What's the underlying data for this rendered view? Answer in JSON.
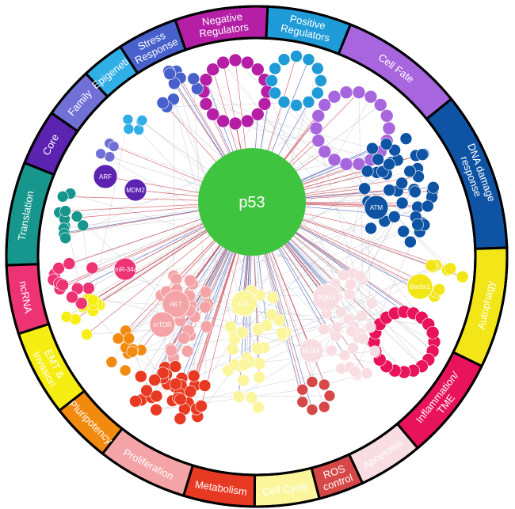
{
  "center": {
    "label": "p53",
    "color": "#3fc43f"
  },
  "categories": [
    {
      "name": "negative-regulators",
      "lines": [
        "Negative",
        "Regulators"
      ],
      "color": "#b41fa6",
      "text": "#ffffff"
    },
    {
      "name": "positive-regulators",
      "lines": [
        "Positive",
        "Regulators"
      ],
      "color": "#1f9bd8",
      "text": "#ffffff"
    },
    {
      "name": "cell-fate",
      "lines": [
        "Cell Fate"
      ],
      "color": "#a866de",
      "text": "#ffffff"
    },
    {
      "name": "dna-damage-response",
      "lines": [
        "DNA damage",
        "response"
      ],
      "color": "#0f54a4",
      "text": "#ffffff"
    },
    {
      "name": "autophagy",
      "lines": [
        "Autophagy"
      ],
      "color": "#f2e618",
      "text": "#222222"
    },
    {
      "name": "inflammation-tme",
      "lines": [
        "Inflammation/",
        "TME"
      ],
      "color": "#e8135a",
      "text": "#7a0a2a"
    },
    {
      "name": "apoptosis",
      "lines": [
        "Apoptosis"
      ],
      "color": "#f8dde2",
      "text": "#333333"
    },
    {
      "name": "ros-control",
      "lines": [
        "ROS",
        "control"
      ],
      "color": "#d64848",
      "text": "#ffffff"
    },
    {
      "name": "cell-cycle",
      "lines": [
        "Cell Cycle"
      ],
      "color": "#fbf59c",
      "text": "#222222"
    },
    {
      "name": "metabolism",
      "lines": [
        "Metabolism"
      ],
      "color": "#e83a22",
      "text": "#3a0a0a"
    },
    {
      "name": "proliferation",
      "lines": [
        "Proliferation"
      ],
      "color": "#f4a3a6",
      "text": "#333333"
    },
    {
      "name": "pluripotency",
      "lines": [
        "Pluripotency"
      ],
      "color": "#f28a10",
      "text": "#3a1a00"
    },
    {
      "name": "emt-invasion",
      "lines": [
        "EMT &",
        "Invasion"
      ],
      "color": "#f6ee12",
      "text": "#222222"
    },
    {
      "name": "ncrna",
      "lines": [
        "ncRNA"
      ],
      "color": "#ee3374",
      "text": "#4a0018"
    },
    {
      "name": "translation",
      "lines": [
        "Translation"
      ],
      "color": "#16968c",
      "text": "#ffffff"
    },
    {
      "name": "core",
      "lines": [
        "Core"
      ],
      "color": "#5c22b0",
      "text": "#ffffff"
    },
    {
      "name": "family",
      "lines": [
        "Family"
      ],
      "color": "#7070d6",
      "text": "#ffffff"
    },
    {
      "name": "epigenetic",
      "lines": [
        "Epigenetic"
      ],
      "color": "#30aee6",
      "text": "#ffffff"
    },
    {
      "name": "stress-response",
      "lines": [
        "Stress",
        "Response"
      ],
      "color": "#4760cc",
      "text": "#ffffff"
    }
  ],
  "hubs": [
    {
      "label": "ARF",
      "category": "core"
    },
    {
      "label": "MDM2",
      "category": "core"
    },
    {
      "label": "ATM",
      "category": "dna-damage-response"
    },
    {
      "label": "Beclin1",
      "category": "autophagy"
    },
    {
      "label": "miR-34a",
      "category": "ncrna"
    },
    {
      "label": "AKT",
      "category": "proliferation"
    },
    {
      "label": "mTOR",
      "category": "proliferation"
    },
    {
      "label": "p21",
      "category": "cell-cycle"
    },
    {
      "label": "PUMA",
      "category": "apoptosis"
    },
    {
      "label": "NOXA",
      "category": "apoptosis"
    }
  ],
  "edge_colors": {
    "activation": "#c8303a",
    "repression": "#2a40a8",
    "other": "#b8bcc8"
  }
}
